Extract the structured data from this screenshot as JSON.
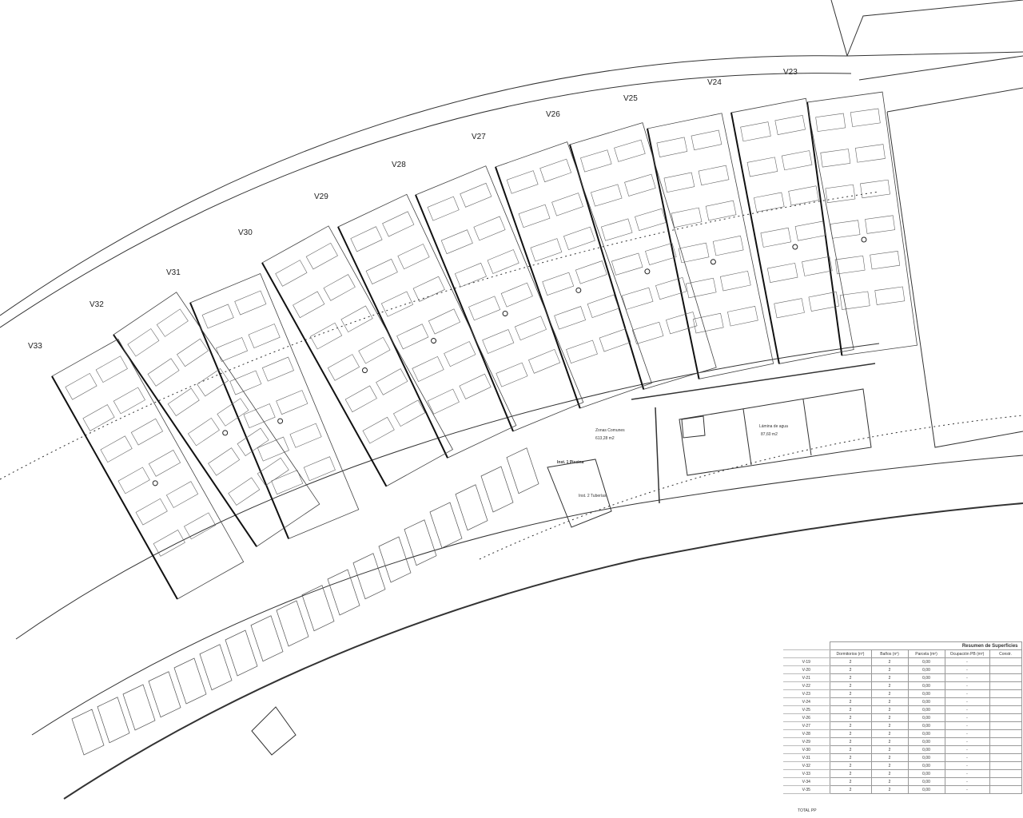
{
  "plan": {
    "units": [
      "V23",
      "V24",
      "V25",
      "V26",
      "V27",
      "V28",
      "V29",
      "V30",
      "V31",
      "V32",
      "V33"
    ],
    "annotations": {
      "common_area": "Zonas Comunes",
      "common_area_value": "613,28 m2",
      "water": "Lámina de agua",
      "water_value": "87,60 m2",
      "inst1": "Inst. 1 Piscina",
      "inst2": "Inst. 2 Tuberías"
    }
  },
  "summary_table": {
    "title": "Resumen de Superficies",
    "columns": [
      "Dormitorios (nº)",
      "Baños (nº)",
      "Parcela (m²)",
      "Ocupación PB (m²)",
      "Constr."
    ],
    "rows": [
      {
        "id": "V-19",
        "dorm": "2",
        "banos": "2",
        "parcela": "0,00",
        "ocup": "-"
      },
      {
        "id": "V-20",
        "dorm": "2",
        "banos": "2",
        "parcela": "0,00",
        "ocup": "-"
      },
      {
        "id": "V-21",
        "dorm": "2",
        "banos": "2",
        "parcela": "0,00",
        "ocup": "-"
      },
      {
        "id": "V-22",
        "dorm": "2",
        "banos": "2",
        "parcela": "0,00",
        "ocup": "-"
      },
      {
        "id": "V-23",
        "dorm": "2",
        "banos": "2",
        "parcela": "0,00",
        "ocup": "-"
      },
      {
        "id": "V-24",
        "dorm": "2",
        "banos": "2",
        "parcela": "0,00",
        "ocup": "-"
      },
      {
        "id": "V-25",
        "dorm": "2",
        "banos": "2",
        "parcela": "0,00",
        "ocup": "-"
      },
      {
        "id": "V-26",
        "dorm": "2",
        "banos": "2",
        "parcela": "0,00",
        "ocup": "-"
      },
      {
        "id": "V-27",
        "dorm": "2",
        "banos": "2",
        "parcela": "0,00",
        "ocup": "-"
      },
      {
        "id": "V-28",
        "dorm": "2",
        "banos": "2",
        "parcela": "0,00",
        "ocup": "-"
      },
      {
        "id": "V-29",
        "dorm": "2",
        "banos": "2",
        "parcela": "0,00",
        "ocup": "-"
      },
      {
        "id": "V-30",
        "dorm": "2",
        "banos": "2",
        "parcela": "0,00",
        "ocup": "-"
      },
      {
        "id": "V-31",
        "dorm": "2",
        "banos": "2",
        "parcela": "0,00",
        "ocup": "-"
      },
      {
        "id": "V-32",
        "dorm": "2",
        "banos": "2",
        "parcela": "0,00",
        "ocup": "-"
      },
      {
        "id": "V-33",
        "dorm": "2",
        "banos": "2",
        "parcela": "0,00",
        "ocup": "-"
      },
      {
        "id": "V-34",
        "dorm": "2",
        "banos": "2",
        "parcela": "0,00",
        "ocup": "-"
      },
      {
        "id": "V-35",
        "dorm": "2",
        "banos": "2",
        "parcela": "0,00",
        "ocup": "-"
      }
    ],
    "total_label": "TOTAL PP"
  }
}
